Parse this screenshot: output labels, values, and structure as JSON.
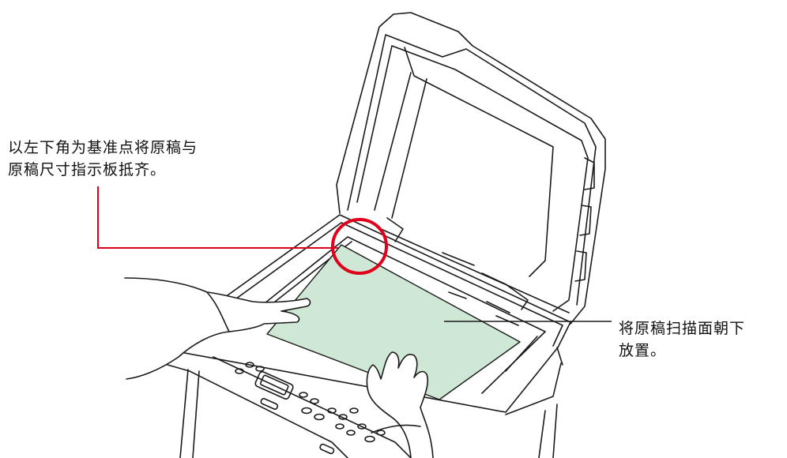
{
  "callouts": {
    "align_corner": {
      "line1": "以左下角为基准点将原稿与",
      "line2": "原稿尺寸指示板抵齐。"
    },
    "face_down": {
      "line1": "将原稿扫描面朝下",
      "line2": "放置。"
    }
  },
  "colors": {
    "leader_line": "#e0001b",
    "highlight_circle": "#e0001b",
    "document": "#cfe8d6",
    "outline": "#1a1a1a"
  },
  "icons": [
    "printer-illustration",
    "document-sheet",
    "left-hand",
    "right-hand",
    "highlight-circle"
  ]
}
